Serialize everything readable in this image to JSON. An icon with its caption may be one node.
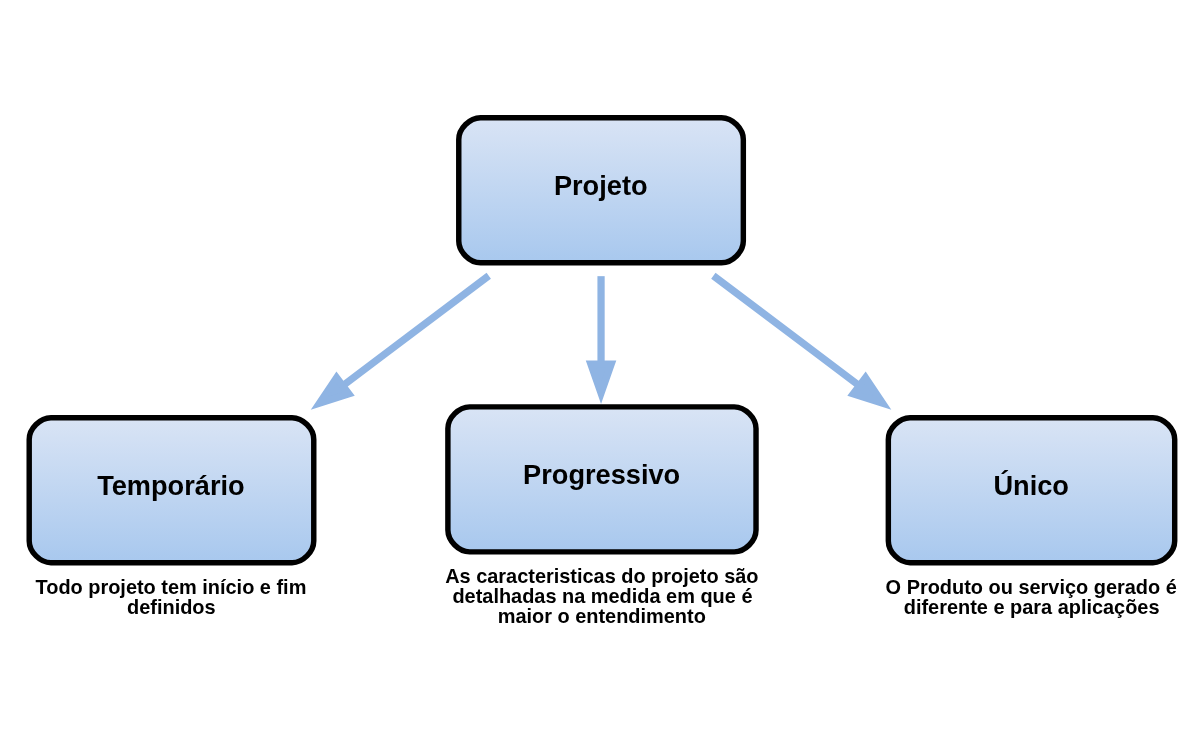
{
  "diagram": {
    "nodes": [
      {
        "text": [
          "Projeto"
        ]
      },
      {
        "text": [
          "Temporário"
        ],
        "beside": [
          "Todo projeto tem início e fim definidos"
        ]
      },
      {
        "text": [
          "Progressivo"
        ],
        "beside": [
          "As caracteristicas do projeto são detalhadas na medida em que é maior o entendimento"
        ]
      },
      {
        "text": [
          "Único"
        ],
        "beside": [
          "O Produto ou serviço gerado é diferente e para aplicações"
        ]
      }
    ],
    "edges": [
      {
        "from": 0,
        "to": 1,
        "arrow": "to"
      },
      {
        "from": 0,
        "to": 2,
        "arrow": "to"
      },
      {
        "from": 0,
        "to": 3,
        "arrow": "to"
      }
    ]
  }
}
